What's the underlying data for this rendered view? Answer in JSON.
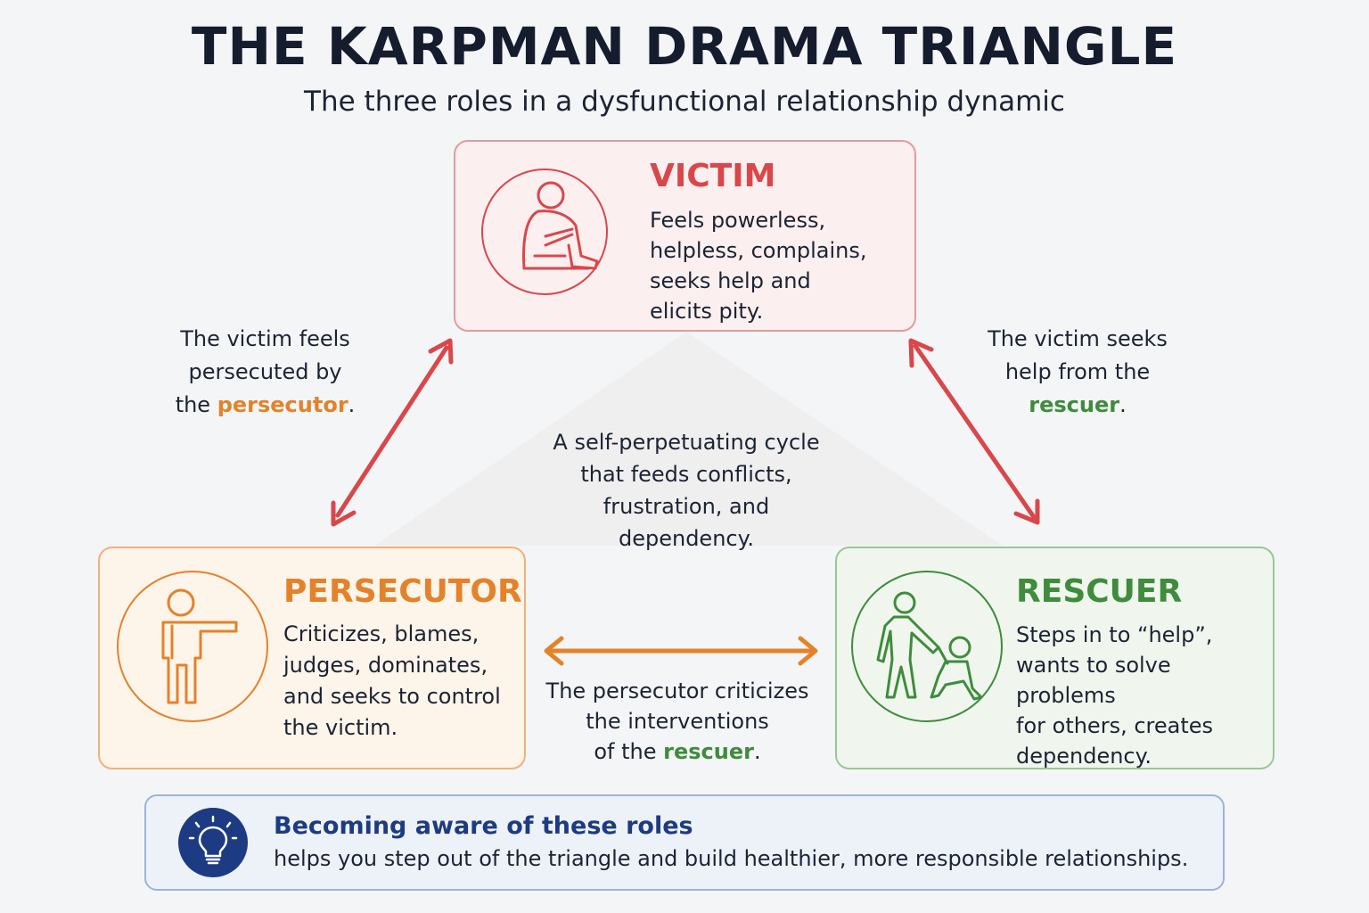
{
  "header": {
    "title": "THE KARPMAN DRAMA TRIANGLE",
    "subtitle": "The three roles in a dysfunctional relationship dynamic"
  },
  "colors": {
    "victim": "#d9474b",
    "persecutor": "#e4822a",
    "rescuer": "#3e8c3c",
    "banner": "#1d3b82"
  },
  "roles": {
    "victim": {
      "title": "VICTIM",
      "description": "Feels powerless,\nhelpless, complains,\nseeks help and\nelicits pity.",
      "icon": "seated-person-icon"
    },
    "persecutor": {
      "title": "PERSECUTOR",
      "description": "Criticizes, blames,\njudges, dominates,\nand seeks to control\nthe victim.",
      "icon": "pointing-person-icon"
    },
    "rescuer": {
      "title": "RESCUER",
      "description": "Steps in to “help”,\nwants to solve problems\nfor others, creates\ndependency.",
      "icon": "helping-person-icon"
    }
  },
  "relations": {
    "victim_persecutor": {
      "line1": "The victim feels",
      "line2": "persecuted by",
      "line3_pre": "the ",
      "line3_highlight": "persecutor",
      "line3_post": "."
    },
    "victim_rescuer": {
      "line1": "The victim seeks",
      "line2": "help from the",
      "line3_highlight": "rescuer",
      "line3_post": "."
    },
    "persecutor_rescuer": {
      "line1": "The persecutor criticizes",
      "line2": "the interventions",
      "line3_pre": "of the ",
      "line3_highlight": "rescuer",
      "line3_post": "."
    }
  },
  "center": {
    "text": "A self-perpetuating cycle\nthat feeds conflicts,\nfrustration, and\ndependency."
  },
  "banner": {
    "title": "Becoming aware of these roles",
    "text": "helps you step out of the triangle and build healthier, more responsible relationships.",
    "icon": "lightbulb-icon"
  }
}
